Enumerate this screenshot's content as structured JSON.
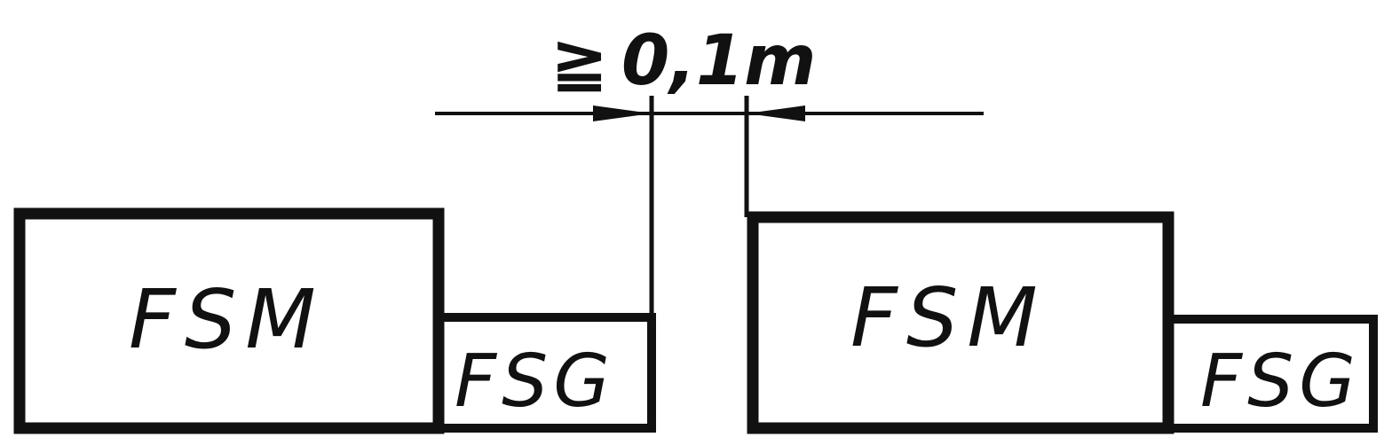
{
  "diagram": {
    "dimension": {
      "symbol": "≧",
      "value": "0,1m"
    },
    "units": [
      {
        "main_label": "FSM",
        "side_label": "FSG"
      },
      {
        "main_label": "FSM",
        "side_label": "FSG"
      }
    ]
  },
  "colors": {
    "stroke": "#111111",
    "background": "#ffffff"
  }
}
